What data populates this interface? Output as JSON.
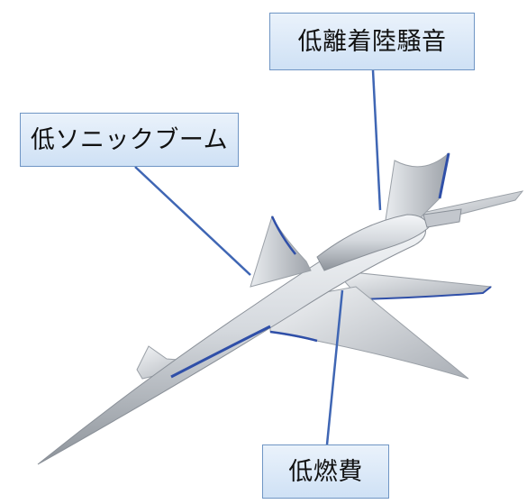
{
  "callouts": {
    "low_landing_noise": "低離着陸騒音",
    "low_sonic_boom": "低ソニックブーム",
    "low_fuel_consumption": "低燃費"
  },
  "colors": {
    "callout_border": "#6f95c4",
    "callout_fill_top": "#eaf2fb",
    "callout_fill_bottom": "#cfe1f5",
    "leader_line": "#3f66b4",
    "aircraft_body": "#c8ccd2",
    "aircraft_accent": "#2f4fa8"
  },
  "icons": {
    "aircraft": "supersonic-aircraft-illustration"
  }
}
